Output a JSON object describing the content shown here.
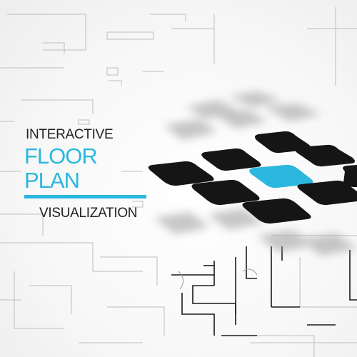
{
  "title": {
    "line1": "INTERACTIVE",
    "line2": "FLOOR PLAN",
    "line3": "VISUALIZATION"
  },
  "colors": {
    "accent": "#2bb7de",
    "tile": "#151515",
    "text": "#222222"
  },
  "logo": {
    "rows": 3,
    "cols": 3,
    "highlighted_tile": "center"
  }
}
